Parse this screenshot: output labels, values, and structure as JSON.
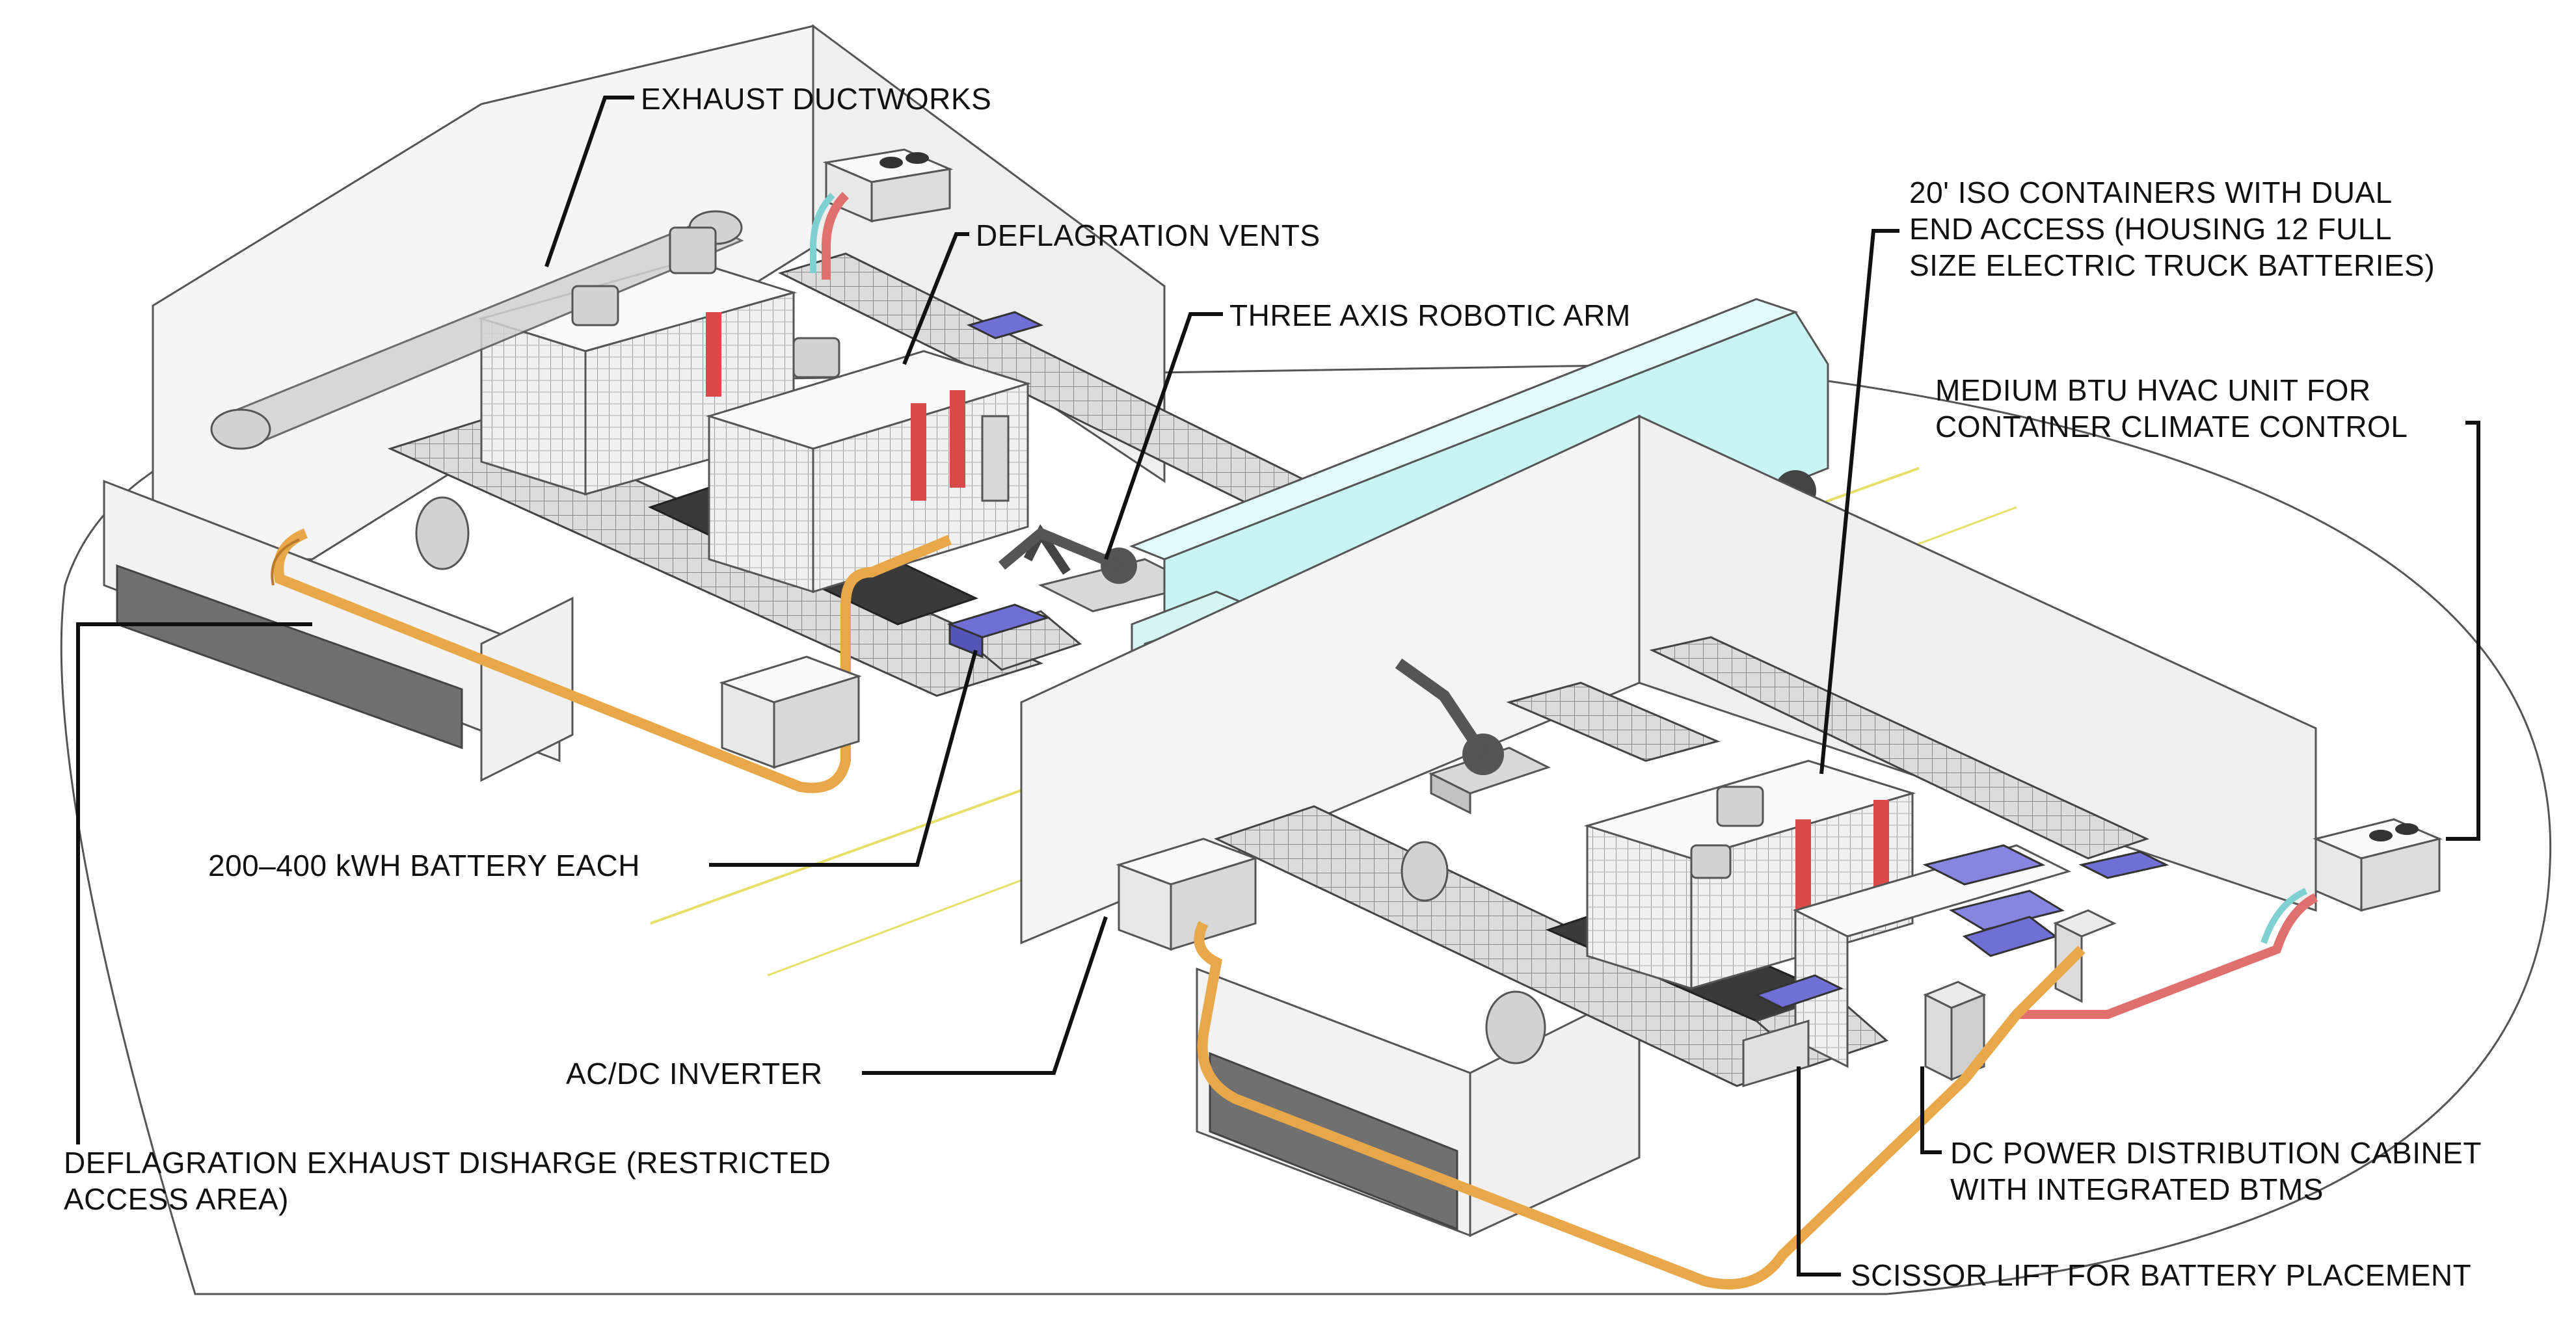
{
  "callouts": {
    "exhaust_ductworks": "EXHAUST DUCTWORKS",
    "deflagration_vents": "DEFLAGRATION VENTS",
    "three_axis_robotic_arm": "THREE AXIS ROBOTIC ARM",
    "iso_containers": "20' ISO CONTAINERS WITH DUAL\nEND ACCESS (HOUSING 12 FULL\nSIZE ELECTRIC TRUCK BATTERIES)",
    "hvac_unit": "MEDIUM BTU HVAC UNIT FOR\nCONTAINER CLIMATE CONTROL",
    "battery_each": "200–400 kWH BATTERY EACH",
    "ac_dc_inverter": "AC/DC INVERTER",
    "deflagration_exhaust": "DEFLAGRATION EXHAUST DISHARGE (RESTRICTED\nACCESS AREA)",
    "dc_power_cabinet": "DC POWER DISTRIBUTION CABINET\nWITH INTEGRATED BTMS",
    "scissor_lift": "SCISSOR LIFT FOR BATTERY PLACEMENT"
  },
  "colors": {
    "line": "#555555",
    "glass": "#f4f4f4",
    "pipe_orange": "#e8a84a",
    "coolant_red": "#e07070",
    "coolant_cyan": "#7fd0d0",
    "trailer_cyan": "#c8f4f4",
    "battery_blue": "#6f6fd6",
    "dark_floor": "#6e6e6e",
    "road_line": "#e6e06a"
  }
}
